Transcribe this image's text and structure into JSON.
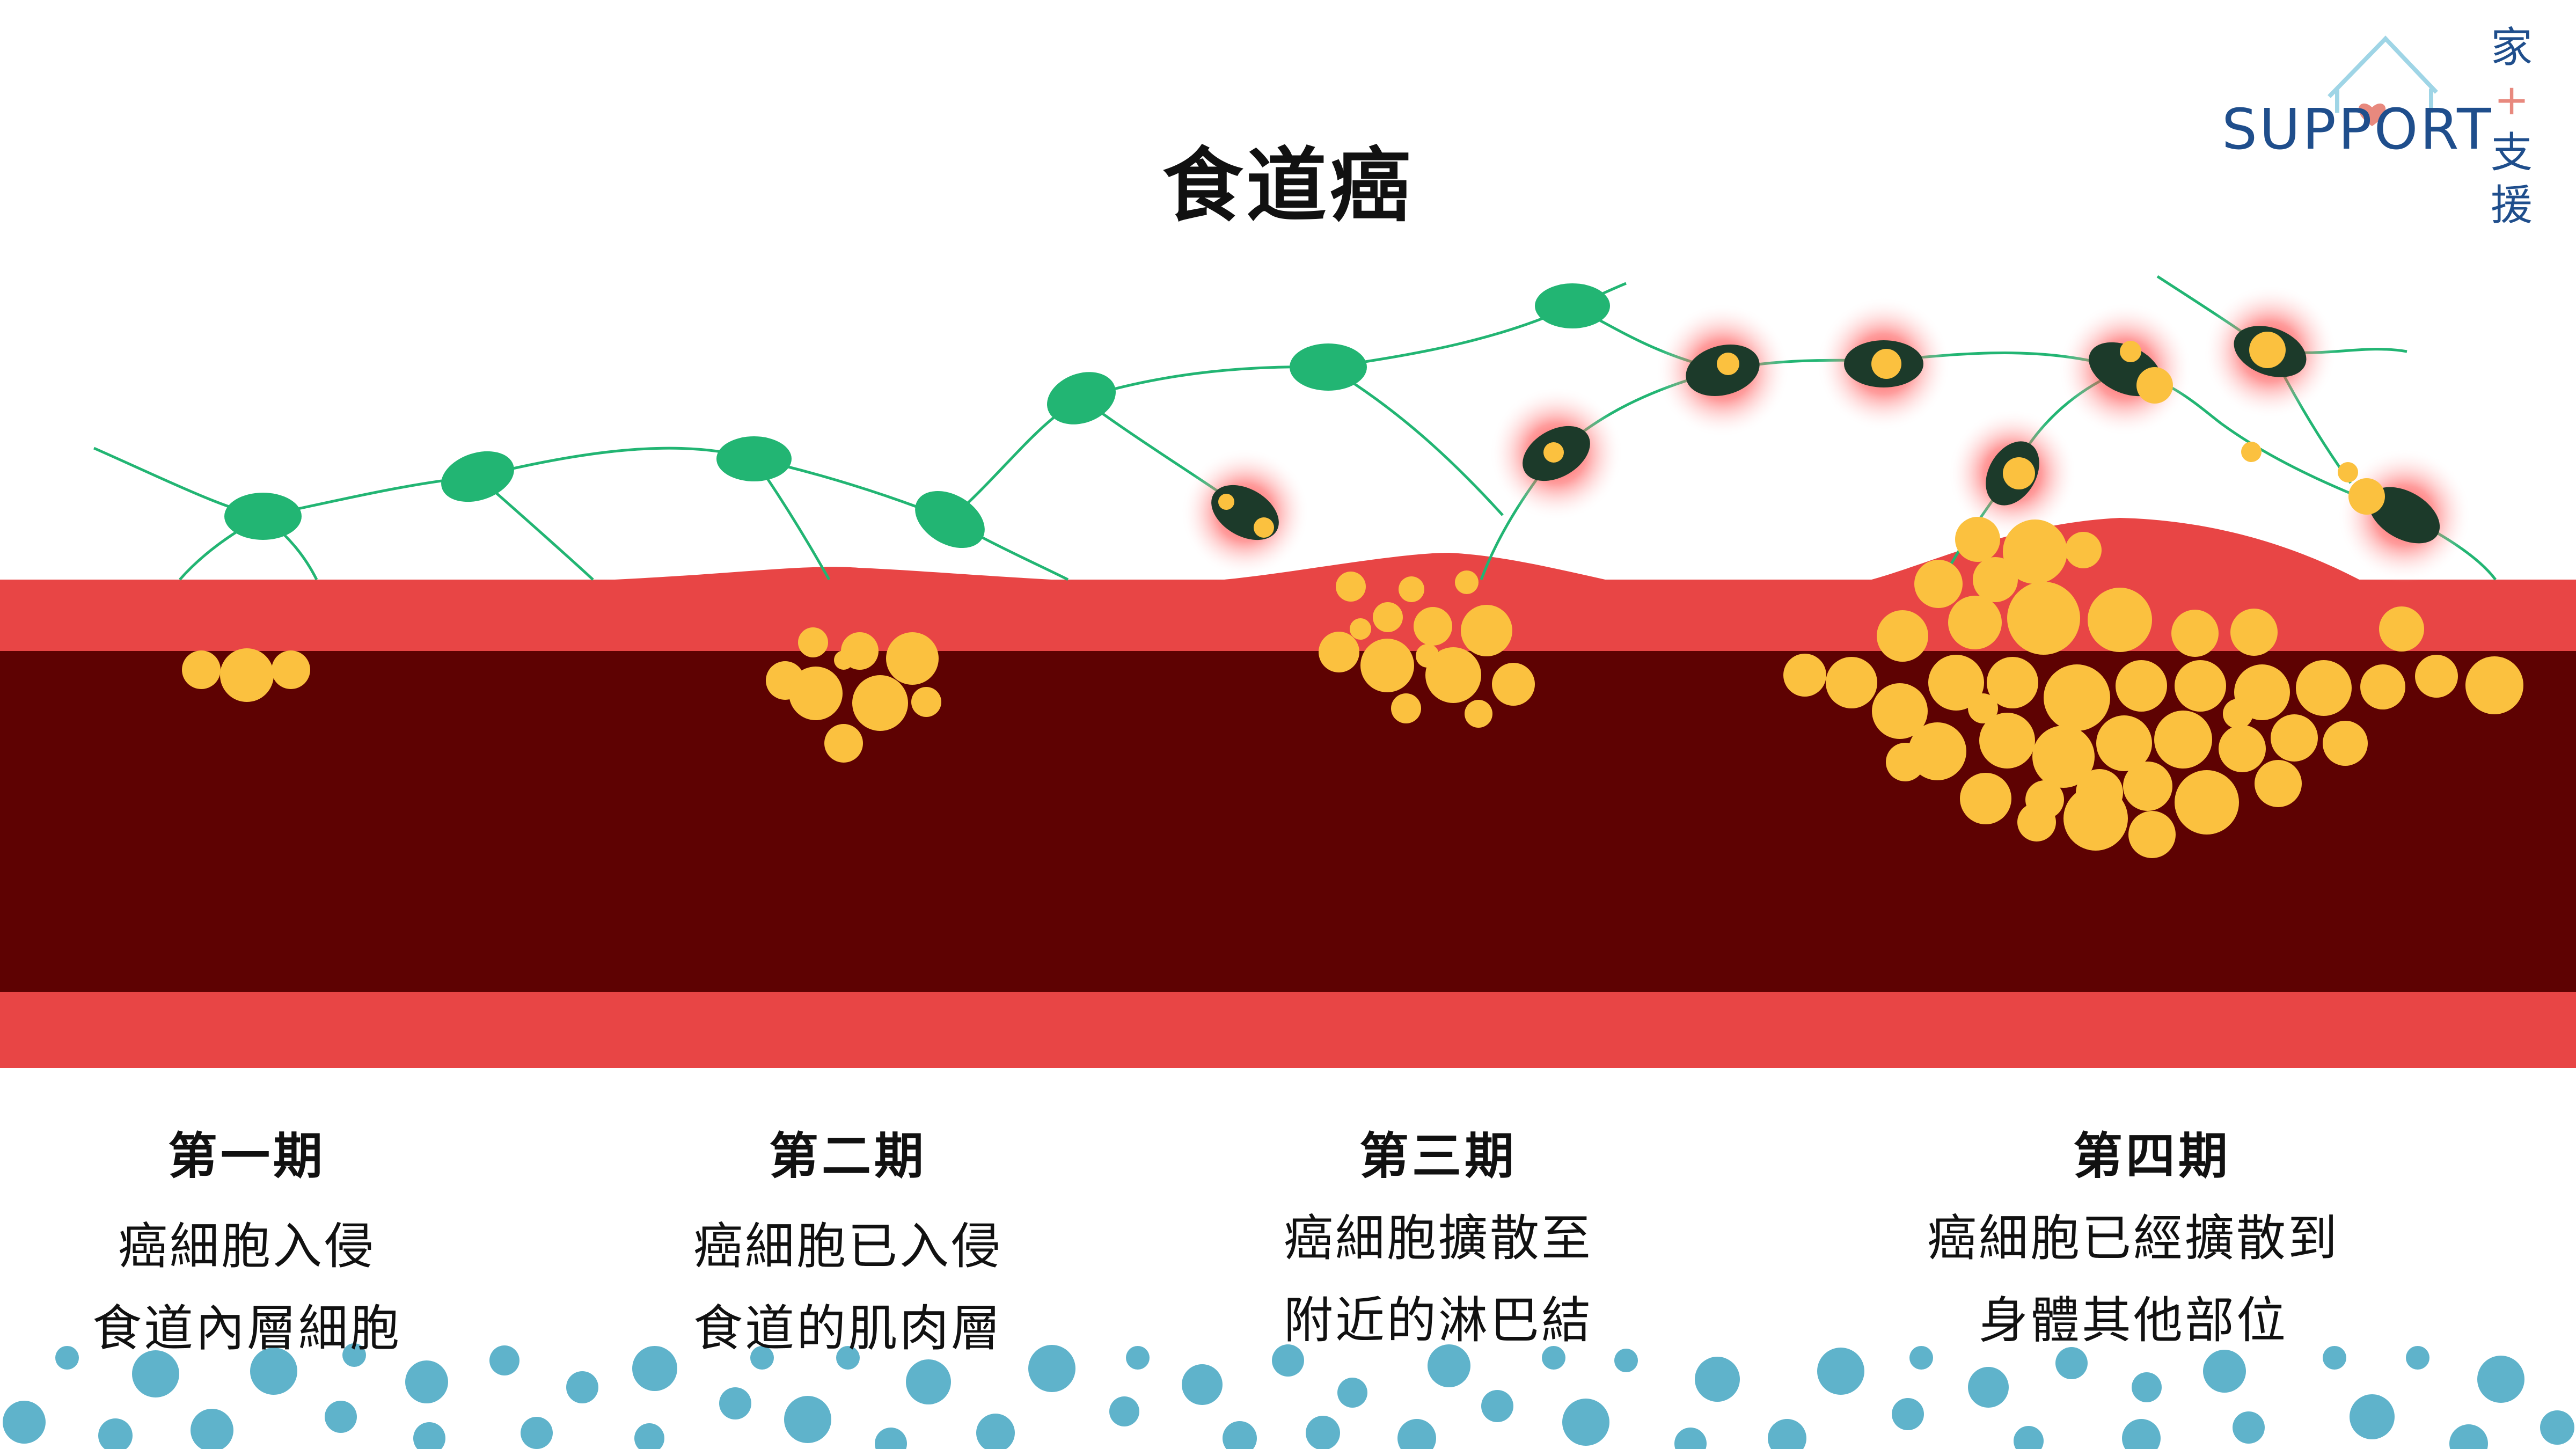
{
  "title": "食道癌",
  "logo": {
    "wordmark": "SUPPORT",
    "chars": [
      "家",
      "支",
      "援"
    ]
  },
  "stages": [
    {
      "label": "第一期",
      "lines": [
        "癌細胞入侵",
        "食道內層細胞"
      ]
    },
    {
      "label": "第二期",
      "lines": [
        "癌細胞已入侵",
        "食道的肌肉層"
      ]
    },
    {
      "label": "第三期",
      "lines": [
        "癌細胞擴散至",
        "附近的淋巴結"
      ]
    },
    {
      "label": "第四期",
      "lines": [
        "癌細胞已經擴散到",
        "身體其他部位"
      ]
    }
  ],
  "colors": {
    "mucosa": "#e84545",
    "muscle": "#5e0202",
    "tumor": "#fbc13f",
    "node": "#22b573",
    "node_infected": "#1c3a2a",
    "glow": "#ff2a2a",
    "bubbles": "#5fb3cb",
    "logo_blue": "#1f4e8c",
    "logo_pink": "#e8897e"
  },
  "icons": [
    "logo-house-icon",
    "logo-heart-icon",
    "logo-plus-icon"
  ]
}
